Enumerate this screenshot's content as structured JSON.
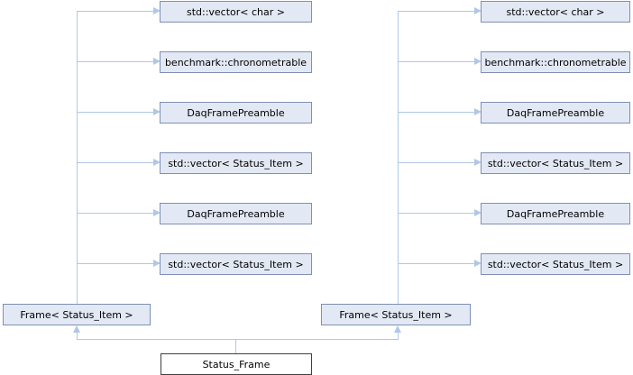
{
  "diagram": {
    "left_tree": {
      "bases": [
        "std::vector< char >",
        "benchmark::chronometrable",
        "DaqFramePreamble",
        "std::vector< Status_Item >",
        "DaqFramePreamble",
        "std::vector< Status_Item >"
      ],
      "frame": "Frame< Status_Item >"
    },
    "right_tree": {
      "bases": [
        "std::vector< char >",
        "benchmark::chronometrable",
        "DaqFramePreamble",
        "std::vector< Status_Item >",
        "DaqFramePreamble",
        "std::vector< Status_Item >"
      ],
      "frame": "Frame< Status_Item >"
    },
    "main_class": "Status_Frame",
    "colors": {
      "box_fill": "#e3e9f4",
      "box_border": "#7e90b3",
      "main_fill": "#ffffff",
      "main_border": "#404040",
      "connector": "#b1c7e6"
    }
  }
}
